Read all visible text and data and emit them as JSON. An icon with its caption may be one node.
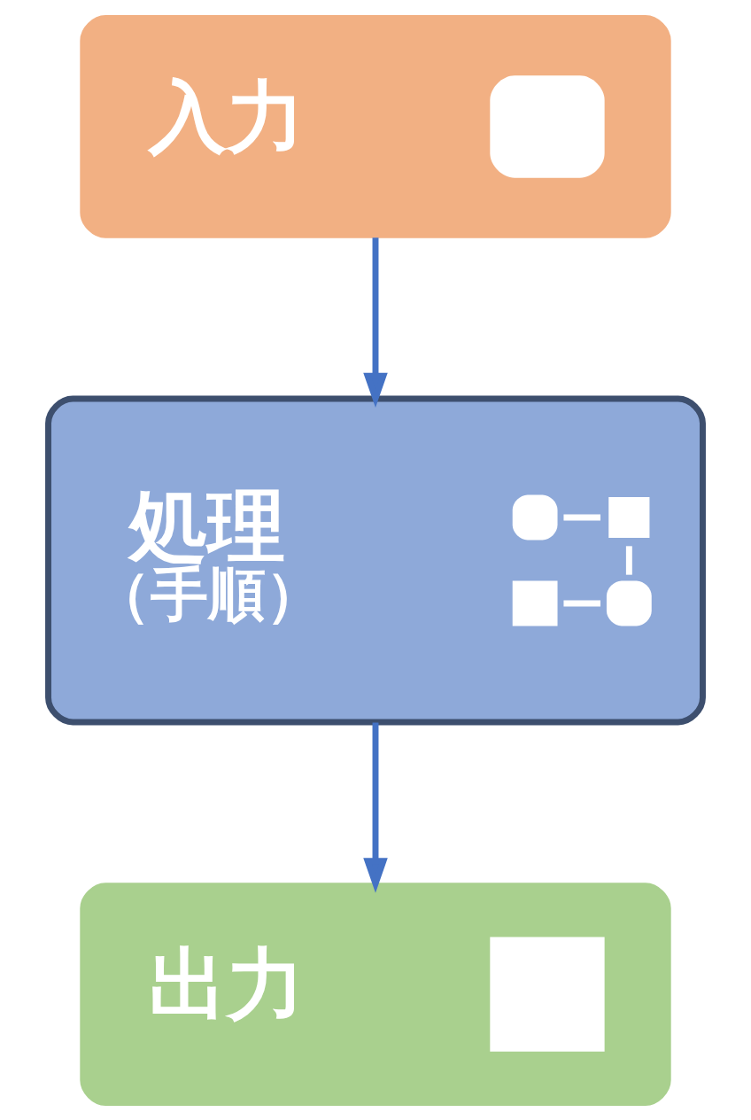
{
  "diagram": {
    "nodes": [
      {
        "text": [
          "入力"
        ]
      },
      {
        "text": [
          "処理",
          "（手順）"
        ]
      },
      {
        "text": [
          "出力"
        ]
      }
    ],
    "edges": [
      {
        "from": 0,
        "to": 1,
        "arrow": "to"
      },
      {
        "from": 1,
        "to": 2,
        "arrow": "to"
      }
    ]
  }
}
